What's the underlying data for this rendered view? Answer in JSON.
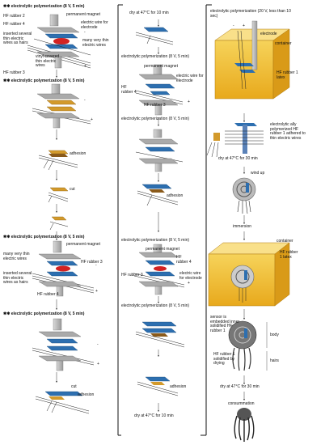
{
  "steps": {
    "ep_8v_5min": "electrolytic polymerization (8 V, 5 min)",
    "ep_20v": "electrolytic polymerization (20 V, less than 10 sec)",
    "dry_10": "dry at 47°C for 10 min",
    "dry_30": "dry at 47°C for 30 min",
    "adhesion": "adhesion",
    "cut": "cut",
    "wind_up": "wind up",
    "immersion": "immersion",
    "consummation": "consummation",
    "marker": "✱✱"
  },
  "labels": {
    "hf_rubber_1": "HF rubber 1",
    "hf_rubber_2": "HF rubber 2",
    "hf_rubber_3": "HF rubber 3",
    "hf_rubber_4": "HF rubber 4",
    "hf": "HF",
    "rubber_4": "rubber 4",
    "permanent_magnet": "permanent magnet",
    "electric_wire_for_electrode": "electric wire for electrode",
    "many_very_thin_electric_wires": "many very thin electric wires",
    "inserted_several_thin_wires_as_hairs": "inserted several thin electric wires as hairs",
    "vinyl_covered_thin_electric_wires": "vinyl covered thin electric wires",
    "electrode": "electrode",
    "container": "container",
    "hf_rubber_1_latex": "HF rubber 1 latex",
    "hf_rubber_latex_split": "HF rubber 1 latex",
    "electrolytically_polymerized": "electrolytic ally polymerized HF rubber 1 adhered to thin electric wires",
    "sensor_embedded": "sensor is embedded inner solidified HF rubber 1",
    "hf_rubber_1_solidified": "HF rubber 1 solidified by drying",
    "body": "body",
    "hairs": "hairs",
    "plus": "+",
    "minus": "-"
  }
}
